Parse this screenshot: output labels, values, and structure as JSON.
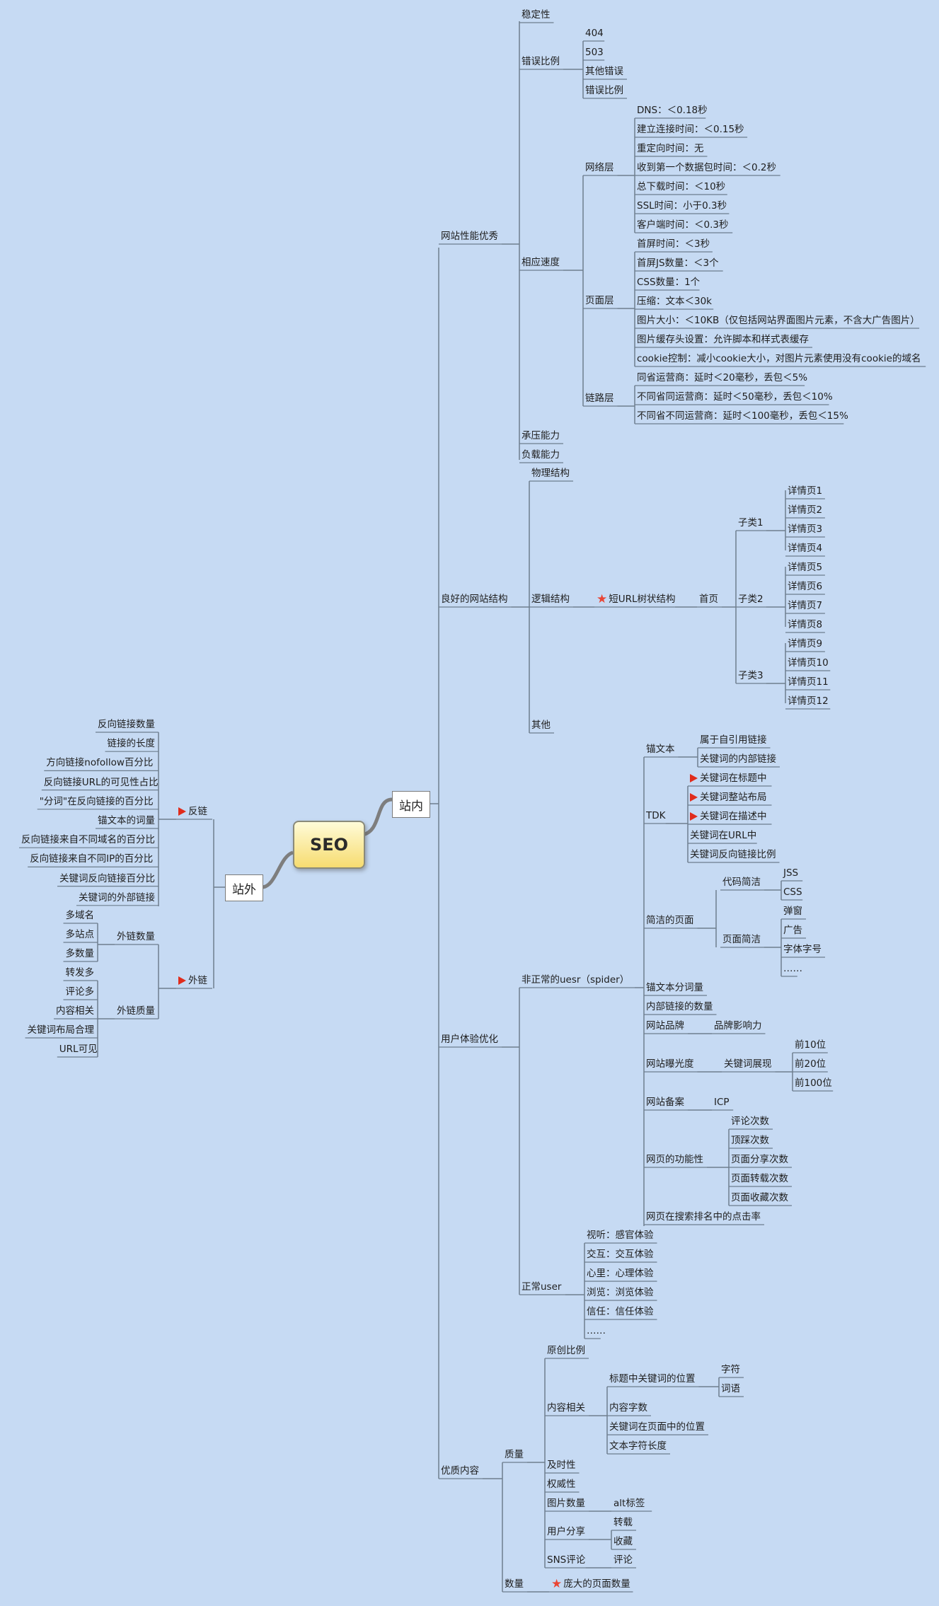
{
  "root": "SEO",
  "left_branch": {
    "label": "站外",
    "groups": [
      {
        "label": "反链",
        "items": [
          "反向链接数量",
          "链接的长度",
          "方向链接nofollow百分比",
          "反向链接URL的可见性占比",
          "\"分词\"在反向链接的百分比",
          "锚文本的词量",
          "反向链接来自不同域名的百分比",
          "反向链接来自不同IP的百分比",
          "关键词反向链接百分比",
          "关键词的外部链接"
        ]
      },
      {
        "label": "外链",
        "subgroups": [
          {
            "label": "外链数量",
            "items": [
              "多域名",
              "多站点",
              "多数量"
            ]
          },
          {
            "label": "外链质量",
            "items": [
              "转发多",
              "评论多",
              "内容相关",
              "关键词布局合理",
              "URL可见"
            ]
          }
        ]
      }
    ]
  },
  "right_branch": {
    "label": "站内",
    "performance": {
      "label": "网站性能优秀",
      "stability": "稳定性",
      "error_ratio": {
        "label": "错误比例",
        "items": [
          "404",
          "503",
          "其他错误",
          "错误比例"
        ]
      },
      "response": {
        "label": "相应速度",
        "network": {
          "label": "网络层",
          "items": [
            "DNS：＜0.18秒",
            "建立连接时间：＜0.15秒",
            "重定向时间：无",
            "收到第一个数据包时间：＜0.2秒",
            "总下载时间：＜10秒",
            "SSL时间：小于0.3秒",
            "客户端时间：＜0.3秒"
          ]
        },
        "page": {
          "label": "页面层",
          "items": [
            "首屏时间：＜3秒",
            "首屏JS数量：＜3个",
            "CSS数量：1个",
            "压缩：文本＜30k",
            "图片大小：＜10KB（仅包括网站界面图片元素，不含大广告图片）",
            "图片缓存头设置：允许脚本和样式表缓存",
            "cookie控制：减小cookie大小，对图片元素使用没有cookie的域名"
          ]
        },
        "link": {
          "label": "链路层",
          "items": [
            "同省运营商：延时＜20毫秒，丢包＜5%",
            "不同省同运营商：延时＜50毫秒，丢包＜10%",
            "不同省不同运营商：延时＜100毫秒，丢包＜15%"
          ]
        }
      },
      "pressure": "承压能力",
      "load": "负载能力"
    },
    "structure": {
      "label": "良好的网站结构",
      "physical": "物理结构",
      "logical": "逻辑结构",
      "tree": "短URL树状结构",
      "home": "首页",
      "subcats": [
        {
          "label": "子类1",
          "items": [
            "详情页1",
            "详情页2",
            "详情页3",
            "详情页4"
          ]
        },
        {
          "label": "子类2",
          "items": [
            "详情页5",
            "详情页6",
            "详情页7",
            "详情页8"
          ]
        },
        {
          "label": "子类3",
          "items": [
            "详情页9",
            "详情页10",
            "详情页11",
            "详情页12"
          ]
        }
      ],
      "other": "其他"
    },
    "ux": {
      "label": "用户体验优化",
      "spider": {
        "label": "非正常的uesr（spider）",
        "anchor": {
          "label": "锚文本",
          "items": [
            "属于自引用链接",
            "关键词的内部链接"
          ]
        },
        "tdk": {
          "label": "TDK",
          "items": [
            "关键词在标题中",
            "关键词整站布局",
            "关键词在描述中",
            "关键词在URL中",
            "关键词反向链接比例"
          ]
        },
        "clean": {
          "label": "简洁的页面",
          "code": {
            "label": "代码简洁",
            "items": [
              "JSS",
              "CSS"
            ]
          },
          "page": {
            "label": "页面简洁",
            "items": [
              "弹窗",
              "广告",
              "字体字号",
              "……"
            ]
          }
        },
        "anchor_words": "锚文本分词量",
        "internal_links": "内部链接的数量",
        "brand": {
          "label": "网站品牌",
          "child": "品牌影响力"
        },
        "exposure": {
          "label": "网站曝光度",
          "child": "关键词展现",
          "items": [
            "前10位",
            "前20位",
            "前100位"
          ]
        },
        "record": {
          "label": "网站备案",
          "child": "ICP"
        },
        "function": {
          "label": "网页的功能性",
          "items": [
            "评论次数",
            "顶踩次数",
            "页面分享次数",
            "页面转载次数",
            "页面收藏次数"
          ]
        },
        "ctr": "网页在搜索排名中的点击率"
      },
      "normal": {
        "label": "正常user",
        "items": [
          "视听：感官体验",
          "交互：交互体验",
          "心里：心理体验",
          "浏览：浏览体验",
          "信任：信任体验",
          "……"
        ]
      }
    },
    "content": {
      "label": "优质内容",
      "quality": {
        "label": "质量",
        "original": "原创比例",
        "related": {
          "label": "内容相关",
          "title_pos": {
            "label": "标题中关键词的位置",
            "items": [
              "字符",
              "词语"
            ]
          },
          "items": [
            "内容字数",
            "关键词在页面中的位置",
            "文本字符长度"
          ]
        },
        "timely": "及时性",
        "authority": "权威性",
        "images": {
          "label": "图片数量",
          "child": "alt标签"
        },
        "share": {
          "label": "用户分享",
          "items": [
            "转载",
            "收藏"
          ]
        },
        "sns": {
          "label": "SNS评论",
          "child": "评论"
        }
      },
      "quantity": {
        "label": "数量",
        "child": "庞大的页面数量"
      }
    }
  },
  "colors": {
    "background": "#c6daf3",
    "line": "#6e7e8e",
    "root_fill": "#f6dc70",
    "flag": "#e02c1c",
    "star": "#e94535"
  },
  "icons": {
    "flag_nodes": [
      "反链",
      "外链",
      "关键词在标题中",
      "关键词整站布局",
      "关键词在描述中"
    ],
    "star_nodes": [
      "短URL树状结构",
      "庞大的页面数量"
    ]
  }
}
